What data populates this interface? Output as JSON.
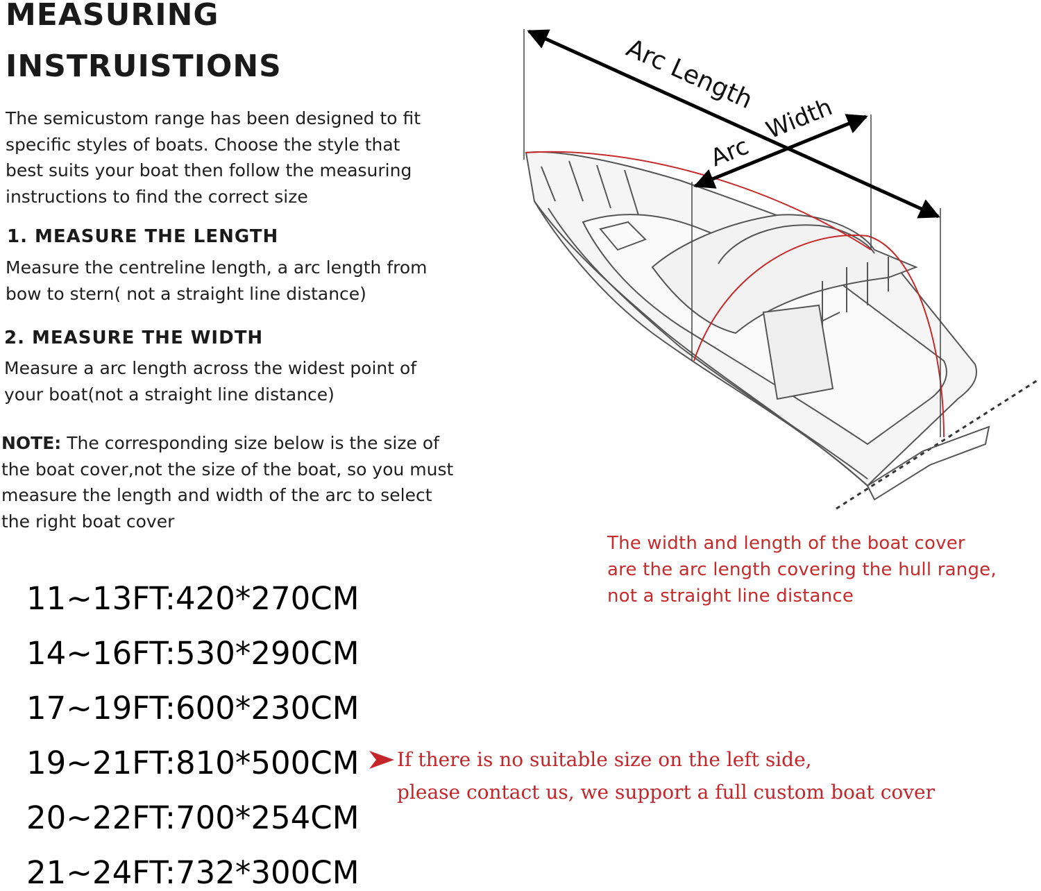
{
  "heading": {
    "line1": "MEASURING",
    "line2": "INSTRUISTIONS"
  },
  "intro": [
    "The semicustom range has been designed to fit",
    "specific styles of boats. Choose the style that",
    "best suits your boat then follow the measuring",
    "instructions to find the correct size"
  ],
  "step1": {
    "title": "1. MEASURE THE LENGTH",
    "lines": [
      "Measure the centreline length, a arc length from",
      "bow to stern( not a straight line distance)"
    ]
  },
  "step2": {
    "title": "2. MEASURE THE WIDTH",
    "lines": [
      "Measure a arc length across the widest point of",
      "your boat(not a straight line distance)"
    ]
  },
  "note": {
    "label": "NOTE:",
    "first": " The corresponding size below is the size of",
    "lines": [
      "the boat cover,not the size of the boat, so you must",
      "measure the length and width of the arc to select",
      "the right boat cover"
    ]
  },
  "sizes": [
    "11~13FT:420*270CM",
    "14~16FT:530*290CM",
    "17~19FT:600*230CM",
    "19~21FT:810*500CM",
    "20~22FT:700*254CM",
    "21~24FT:732*300CM"
  ],
  "diagram": {
    "arc_length_label": "Arc Length",
    "arc_label": "Arc",
    "width_label": "Width"
  },
  "diagram_note": [
    "The width and length of the boat cover",
    "are the arc length covering the hull range,",
    "not a straight line distance"
  ],
  "custom_note": [
    "If there is no suitable size on the left side,",
    "please contact us, we support a full custom boat cover"
  ],
  "colors": {
    "accent_red": "#c62a2a",
    "text": "#1a1a1a"
  }
}
